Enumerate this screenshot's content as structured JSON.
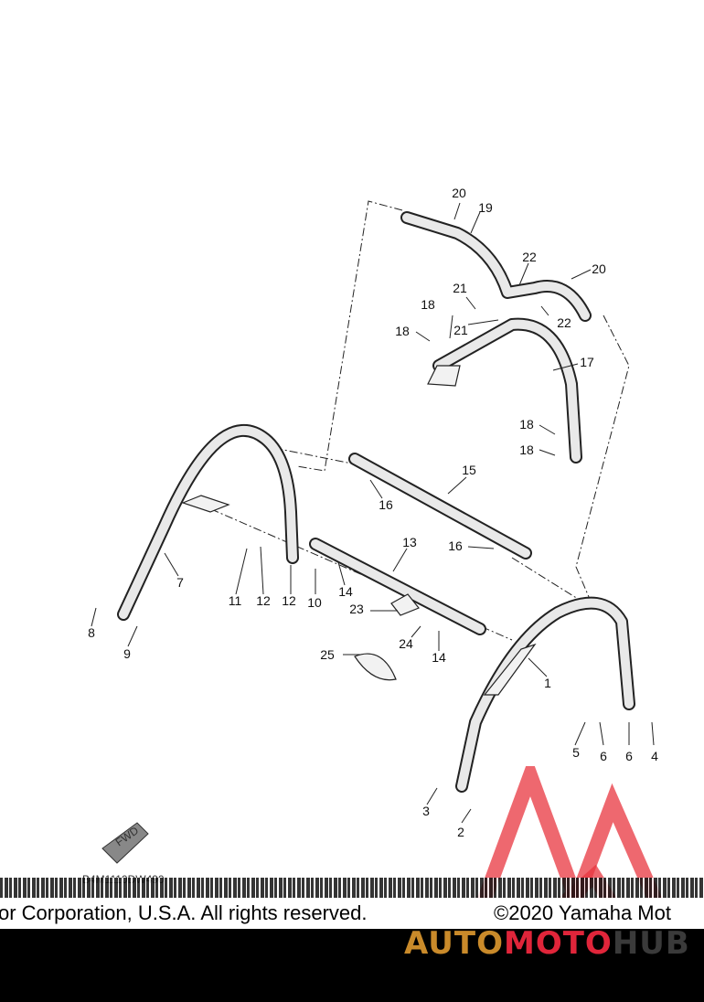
{
  "diagram": {
    "code": "B4M1110DW490",
    "fwd_label": "FWD",
    "callouts": [
      "1",
      "2",
      "3",
      "4",
      "5",
      "6",
      "6",
      "7",
      "8",
      "9",
      "10",
      "11",
      "12",
      "12",
      "13",
      "14",
      "14",
      "15",
      "16",
      "16",
      "17",
      "18",
      "18",
      "18",
      "18",
      "19",
      "20",
      "20",
      "21",
      "21",
      "22",
      "22",
      "23",
      "24",
      "25"
    ]
  },
  "footer": {
    "copyright_left": "or Corporation, U.S.A. All rights reserved.",
    "copyright_right": "©2020 Yamaha Mot",
    "brand_part1": "AUTO",
    "brand_part2": "MOTO",
    "brand_part3": "HUB"
  },
  "colors": {
    "brand_orange": "#c98a2a",
    "brand_red": "#e0253a",
    "logo_red": "#e8353f"
  }
}
